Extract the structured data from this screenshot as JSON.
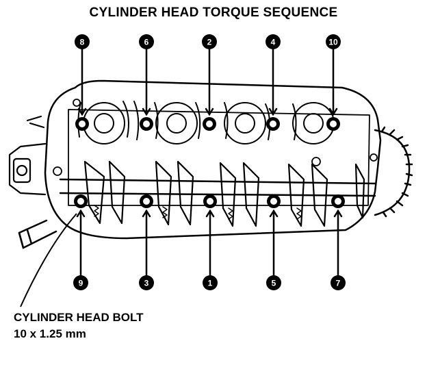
{
  "title": "CYLINDER HEAD TORQUE SEQUENCE",
  "bolt_label": {
    "line1": "CYLINDER HEAD BOLT",
    "line2": "10 x 1.25 mm"
  },
  "colors": {
    "ink": "#000000",
    "paper": "#ffffff",
    "shade": "#d8d8d8"
  },
  "bolts": [
    {
      "seq": "8",
      "row": "top"
    },
    {
      "seq": "6",
      "row": "top"
    },
    {
      "seq": "2",
      "row": "top"
    },
    {
      "seq": "4",
      "row": "top"
    },
    {
      "seq": "10",
      "row": "top"
    },
    {
      "seq": "9",
      "row": "bottom"
    },
    {
      "seq": "3",
      "row": "bottom"
    },
    {
      "seq": "1",
      "row": "bottom"
    },
    {
      "seq": "5",
      "row": "bottom"
    },
    {
      "seq": "7",
      "row": "bottom"
    }
  ]
}
